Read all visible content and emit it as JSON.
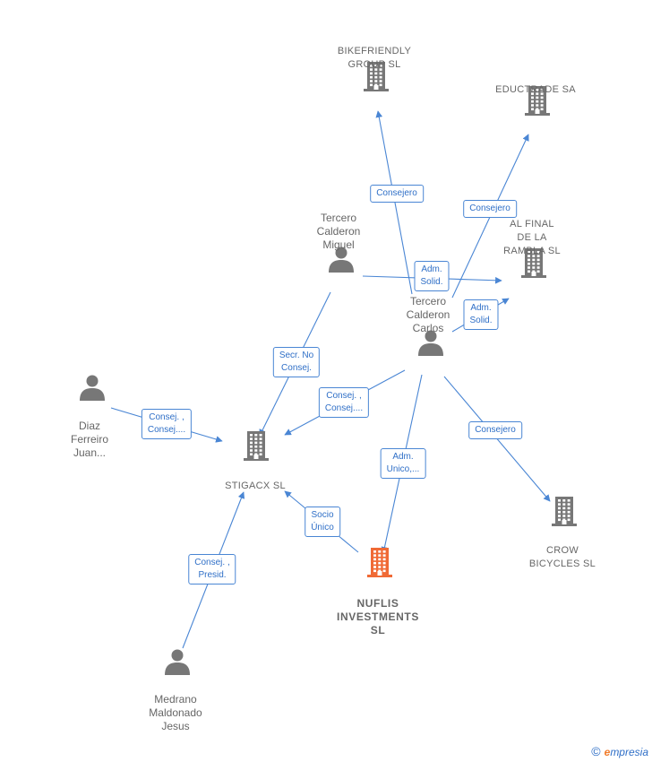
{
  "nodes": {
    "bikefriendly": {
      "lines": [
        "BIKEFRIENDLY",
        "GROUP  SL"
      ],
      "kind": "company"
    },
    "eductrade": {
      "lines": [
        "EDUCTRADE SA"
      ],
      "kind": "company"
    },
    "alfinal": {
      "lines": [
        "AL FINAL",
        "DE LA",
        "RAMBLA  SL"
      ],
      "kind": "company"
    },
    "stigacx": {
      "lines": [
        "STIGACX  SL"
      ],
      "kind": "company"
    },
    "nuflis": {
      "lines": [
        "NUFLIS",
        "INVESTMENTS",
        "SL"
      ],
      "kind": "company-main"
    },
    "crow": {
      "lines": [
        "CROW",
        "BICYCLES  SL"
      ],
      "kind": "company"
    },
    "miguel": {
      "lines": [
        "Tercero",
        "Calderon",
        "Miguel"
      ],
      "kind": "person"
    },
    "carlos": {
      "lines": [
        "Tercero",
        "Calderon",
        "Carlos"
      ],
      "kind": "person"
    },
    "diaz": {
      "lines": [
        "Diaz",
        "Ferreiro",
        "Juan..."
      ],
      "kind": "person"
    },
    "medrano": {
      "lines": [
        "Medrano",
        "Maldonado",
        "Jesus"
      ],
      "kind": "person"
    }
  },
  "edges": [
    {
      "id": "e1",
      "from": "carlos",
      "to": "bikefriendly",
      "label": [
        "Consejero"
      ]
    },
    {
      "id": "e2",
      "from": "carlos",
      "to": "eductrade",
      "label": [
        "Consejero"
      ]
    },
    {
      "id": "e3",
      "from": "miguel",
      "to": "alfinal",
      "label": [
        "Adm.",
        "Solid."
      ]
    },
    {
      "id": "e4",
      "from": "carlos",
      "to": "alfinal",
      "label": [
        "Adm.",
        "Solid."
      ]
    },
    {
      "id": "e5",
      "from": "miguel",
      "to": "stigacx",
      "label": [
        "Secr.  No",
        "Consej."
      ]
    },
    {
      "id": "e6",
      "from": "carlos",
      "to": "stigacx",
      "label": [
        "Consej. ,",
        "Consej...."
      ]
    },
    {
      "id": "e7",
      "from": "diaz",
      "to": "stigacx",
      "label": [
        "Consej. ,",
        "Consej...."
      ]
    },
    {
      "id": "e8",
      "from": "carlos",
      "to": "nuflis",
      "label": [
        "Adm.",
        "Unico,..."
      ]
    },
    {
      "id": "e9",
      "from": "carlos",
      "to": "crow",
      "label": [
        "Consejero"
      ]
    },
    {
      "id": "e10",
      "from": "nuflis",
      "to": "stigacx",
      "label": [
        "Socio",
        "Único"
      ]
    },
    {
      "id": "e11",
      "from": "medrano",
      "to": "stigacx",
      "label": [
        "Consej. ,",
        "Presid."
      ]
    }
  ],
  "colors": {
    "edge": "#4a86d4",
    "company_icon": "#777777",
    "main_company_icon": "#f06a35",
    "person_icon": "#777777"
  },
  "brand": {
    "copyright": "©",
    "initial": "e",
    "rest": "mpresia"
  }
}
